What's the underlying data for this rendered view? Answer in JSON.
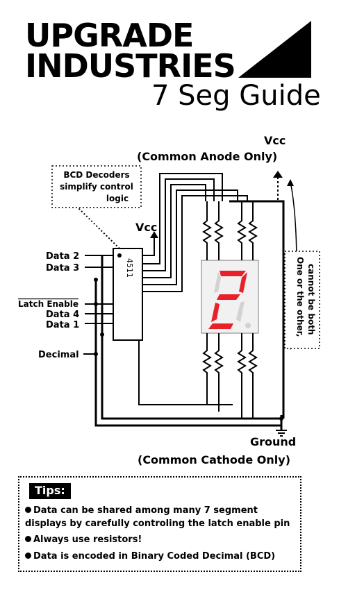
{
  "header": {
    "brand_line1": "UPGRADE",
    "brand_line2": "INDUSTRIES",
    "subtitle": "7 Seg Guide"
  },
  "diagram": {
    "vcc_top": "Vcc",
    "common_anode": "(Common Anode Only)",
    "callout": [
      "BCD Decoders",
      "simplify control",
      "logic"
    ],
    "chip_vcc": "Vcc",
    "chip_name": "4511",
    "pins_left": [
      "Data 2",
      "Data 3",
      "Latch Enable",
      "Data 4",
      "Data 1"
    ],
    "decimal": "Decimal",
    "side_note": [
      "One or the other,",
      "cannot be both"
    ],
    "ground": "Ground",
    "common_cathode": "(Common Cathode Only)",
    "digit_shown": "2",
    "colors": {
      "segment_on": "#e8202a",
      "segment_off": "#d3d1d1",
      "display_bg": "#f1f1f1"
    }
  },
  "tips": {
    "title": "Tips:",
    "items": [
      "Data can be shared among many 7 segment displays by carefully controling the latch enable pin",
      "Always use resistors!",
      "Data is encoded in Binary Coded Decimal (BCD)"
    ]
  }
}
